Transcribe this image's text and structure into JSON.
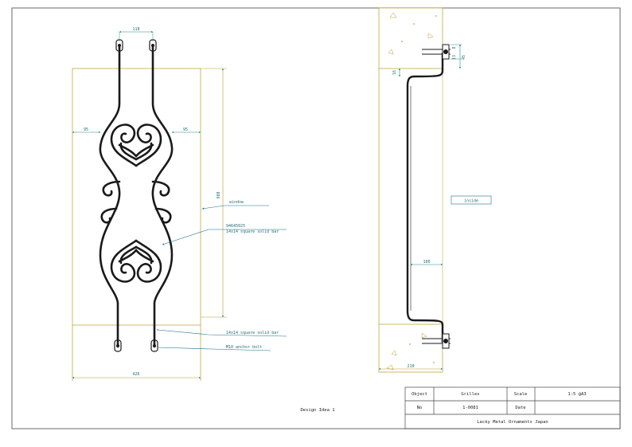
{
  "colors": {
    "outline": "#b79a2b",
    "dimension": "#1f8f86",
    "leader": "#1a6f8a",
    "iron": "#1a1a1a",
    "frame": "#444444"
  },
  "front_view": {
    "dim_top_gap": "118",
    "dim_left_margin": "95",
    "dim_right_margin": "95",
    "dim_height": "980",
    "dim_width": "426"
  },
  "labels": {
    "window": "window",
    "part_no": "94645025",
    "bar_main": "14x14 square solid bar",
    "bar_lower": "14x14 square solid bar",
    "anchor_bolt": "M10 anchor bolt"
  },
  "side_view": {
    "dim_top_a": "8",
    "dim_top_b": "13",
    "dim_top_c": "45",
    "dim_offset": "16",
    "dim_depth": "100",
    "dim_wall": "210",
    "inside_label": "inside"
  },
  "caption": "Design Idea 1",
  "title_block": {
    "object_label": "Object",
    "object_value": "Grilles",
    "scale_label": "Scale",
    "scale_value": "1:5 @A3",
    "no_label": "No",
    "no_value": "1-0081",
    "date_label": "Date",
    "date_value": "",
    "company": "Lecky Metal Ornaments Japan"
  }
}
